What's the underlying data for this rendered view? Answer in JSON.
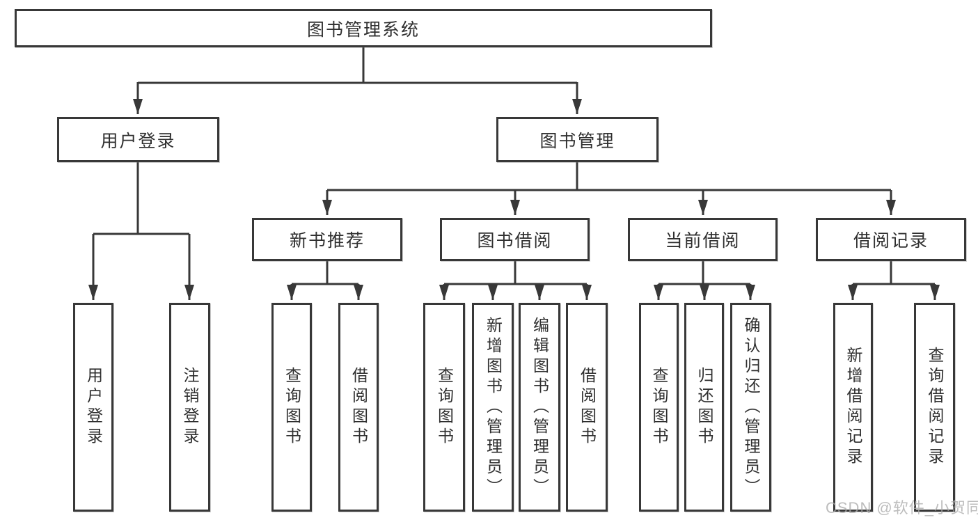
{
  "tree": {
    "root": "图书管理系统",
    "user_login": {
      "label": "用户登录",
      "leaves": [
        "用户登录",
        "注销登录"
      ]
    },
    "book_management": {
      "label": "图书管理",
      "children": [
        {
          "label": "新书推荐",
          "leaves": [
            "查询图书",
            "借阅图书"
          ]
        },
        {
          "label": "图书借阅",
          "leaves": [
            "查询图书",
            "新增图书（管理员）",
            "编辑图书（管理员）",
            "借阅图书"
          ]
        },
        {
          "label": "当前借阅",
          "leaves": [
            "查询图书",
            "归还图书",
            "确认归还（管理员）"
          ]
        },
        {
          "label": "借阅记录",
          "leaves": [
            "新增借阅记录",
            "查询借阅记录"
          ]
        }
      ]
    }
  },
  "watermark": "CSDN @软件_小贺同学",
  "colors": {
    "line": "#383838",
    "text": "#2f2f2f",
    "watermark": "#ababab",
    "background": "#ffffff"
  }
}
